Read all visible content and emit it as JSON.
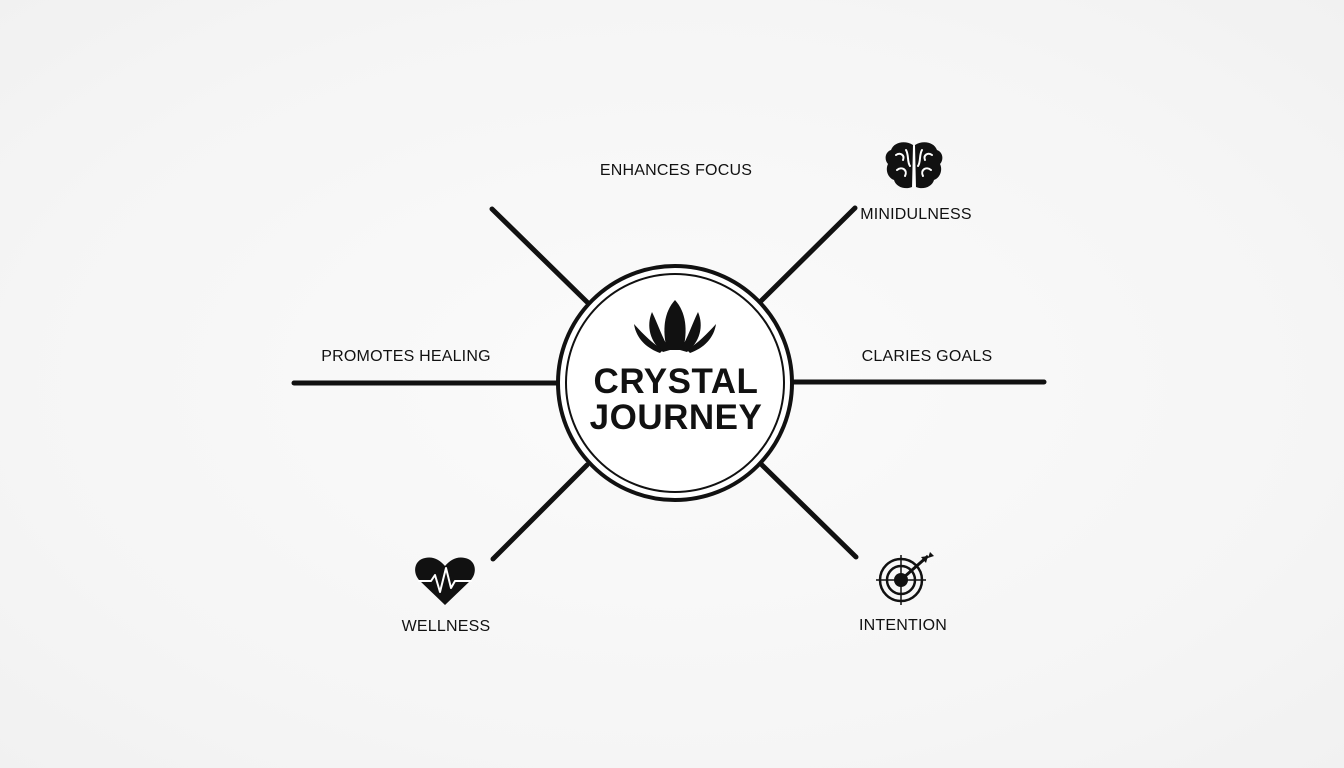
{
  "center": {
    "line1": "CRYSTAL",
    "line2": "JOURNEY",
    "icon": "lotus-icon"
  },
  "branches": {
    "top_label": "ENHANCES FOCUS",
    "top_right_label": "MINIDULNESS",
    "top_right_icon": "brain-icon",
    "left_label": "PROMOTES HEALING",
    "right_label": "CLARIES GOALS",
    "bottom_left_label": "WELLNESS",
    "bottom_left_icon": "heartbeat-icon",
    "bottom_right_label": "INTENTION",
    "bottom_right_icon": "target-arrow-icon"
  },
  "colors": {
    "line": "#111111",
    "background": "#f7f7f7"
  }
}
